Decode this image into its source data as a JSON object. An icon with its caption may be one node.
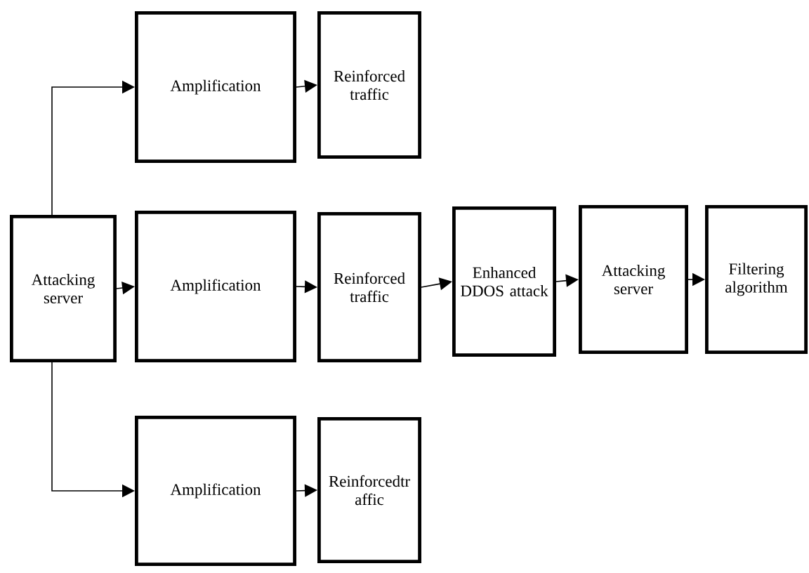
{
  "diagram": {
    "nodes": [
      {
        "text": [
          "Attacking server"
        ]
      },
      {
        "text": [
          "Amplification"
        ]
      },
      {
        "text": [
          "Reinforced traffic"
        ]
      },
      {
        "text": [
          "Amplification"
        ]
      },
      {
        "text": [
          "Reinforced traffic"
        ]
      },
      {
        "text": [
          "Enhanced DDOS attack"
        ]
      },
      {
        "text": [
          "Attacking server"
        ]
      },
      {
        "text": [
          "Filtering algorithm"
        ]
      },
      {
        "text": [
          "Amplification"
        ]
      },
      {
        "text": [
          "Reinforcedtr affic"
        ]
      }
    ],
    "edges": [
      {
        "from": 0,
        "to": 1,
        "arrow": "to"
      },
      {
        "from": 0,
        "to": 3,
        "arrow": "to"
      },
      {
        "from": 0,
        "to": 8,
        "arrow": "to"
      },
      {
        "from": 1,
        "to": 2,
        "arrow": "to"
      },
      {
        "from": 3,
        "to": 4,
        "arrow": "to"
      },
      {
        "from": 4,
        "to": 5,
        "arrow": "to"
      },
      {
        "from": 5,
        "to": 6,
        "arrow": "to"
      },
      {
        "from": 6,
        "to": 7,
        "arrow": "to"
      },
      {
        "from": 8,
        "to": 9,
        "arrow": "to"
      }
    ]
  }
}
